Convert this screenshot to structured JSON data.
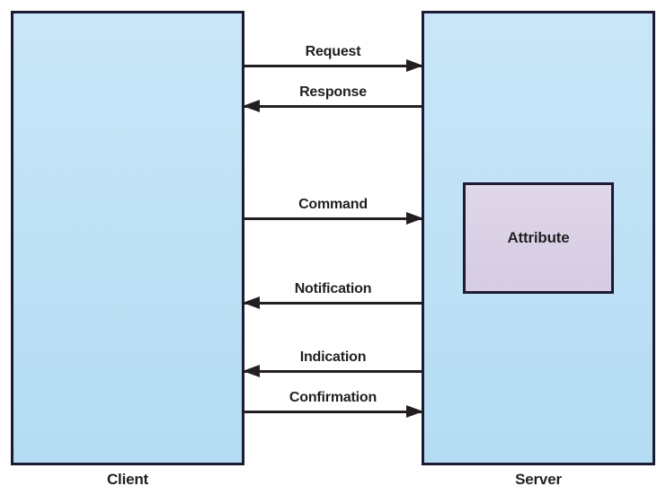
{
  "diagram": {
    "title_semantic": "client-server attribute protocol message flow",
    "client_label": "Client",
    "server_label": "Server",
    "attribute_label": "Attribute",
    "arrows": [
      {
        "label": "Request",
        "direction": "right",
        "from": "Client",
        "to": "Server"
      },
      {
        "label": "Response",
        "direction": "left",
        "from": "Server",
        "to": "Client"
      },
      {
        "label": "Command",
        "direction": "right",
        "from": "Client",
        "to": "Server"
      },
      {
        "label": "Notification",
        "direction": "left",
        "from": "Server",
        "to": "Client"
      },
      {
        "label": "Indication",
        "direction": "left",
        "from": "Server",
        "to": "Client"
      },
      {
        "label": "Confirmation",
        "direction": "right",
        "from": "Client",
        "to": "Server"
      }
    ],
    "colors": {
      "box_fill": "#BEE1F6",
      "attribute_fill": "#DCD3E7",
      "border": "#1B1B33",
      "text": "#231F20",
      "background": "#FFFFFF"
    }
  }
}
